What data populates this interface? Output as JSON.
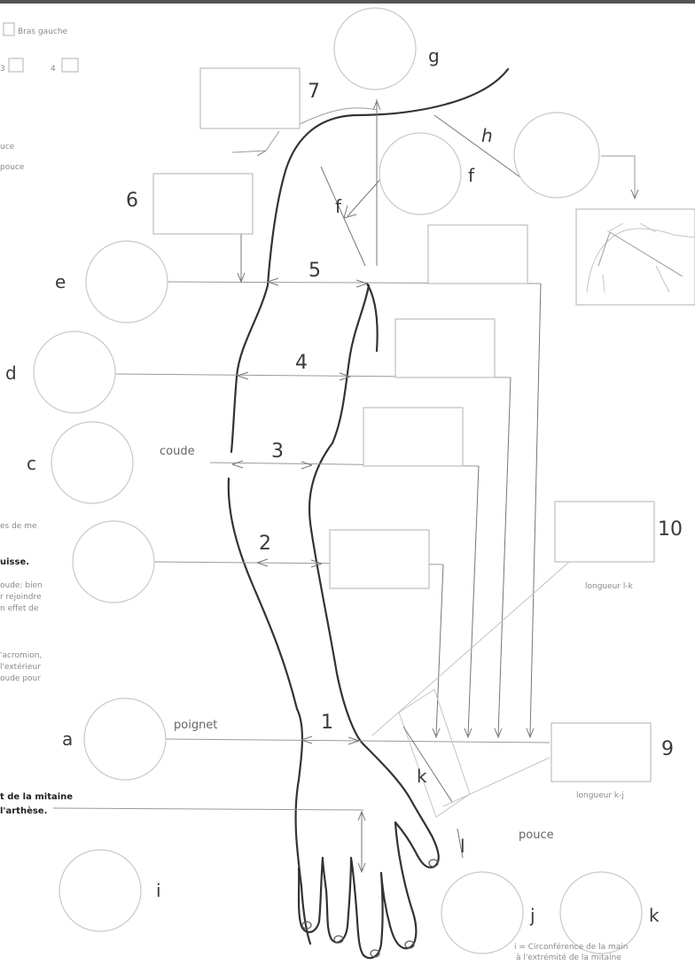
{
  "header": {
    "checkbox_label": "Bras gauche",
    "option_3": "3",
    "option_4": "4"
  },
  "left_text": {
    "top_line1": "uce",
    "top_line2": "pouce",
    "mid_line1": "es de me",
    "mid_bold": "uisse.",
    "mid_line2": "oude: bien",
    "mid_line3": "r rejoindre",
    "mid_line4": "n effet de",
    "mid_line5": "'acromion,",
    "mid_line6": "l'extérieur",
    "mid_line7": "oude pour",
    "bottom_bold1": "t de la mitaine",
    "bottom_bold2": "l'arthèse."
  },
  "circles": {
    "a": "a",
    "c": "c",
    "d": "d",
    "e": "e",
    "f": "f",
    "f2": "f",
    "g": "g",
    "h": "h",
    "i": "i",
    "j": "j",
    "k": "k",
    "k_seg": "k",
    "l_seg": "l"
  },
  "measures": {
    "m1": "1",
    "m2": "2",
    "m3": "3",
    "m4": "4",
    "m5": "5",
    "m6": "6",
    "m7": "7",
    "m9": "9",
    "m10": "10"
  },
  "words": {
    "coude": "coude",
    "poignet": "poignet",
    "pouce": "pouce",
    "longueur_10": "longueur l-k",
    "longueur_9": "longueur k-j"
  },
  "footnote": {
    "line1": "i = Circonférence de la main",
    "line2": "à l'extrémité de la mitaine"
  }
}
